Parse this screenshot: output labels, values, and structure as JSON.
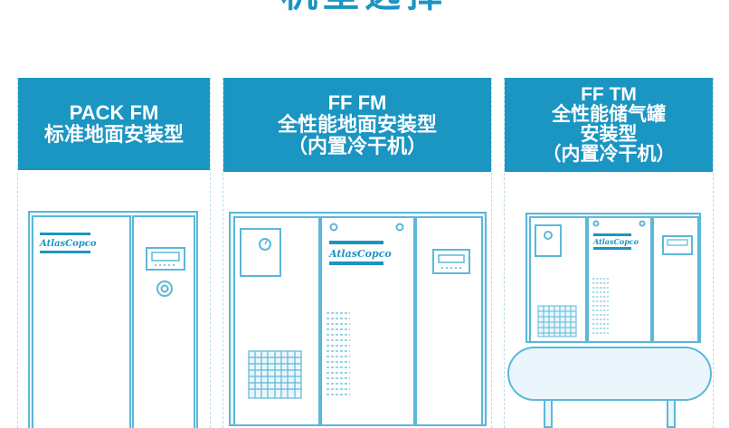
{
  "page_title": "机型选择",
  "columns": [
    {
      "lines": [
        "PACK FM",
        "标准地面安装型"
      ]
    },
    {
      "lines": [
        "FF FM",
        "全性能地面安装型",
        "（内置冷干机）"
      ]
    },
    {
      "lines": [
        "FF TM",
        "全性能储气罐",
        "安装型",
        "（内置冷干机）"
      ]
    }
  ],
  "brand_logo": "AtlasCopco",
  "colors": {
    "accent": "#1b95c2",
    "outline": "#5bb8d8",
    "fill": "#eaf6fb"
  }
}
